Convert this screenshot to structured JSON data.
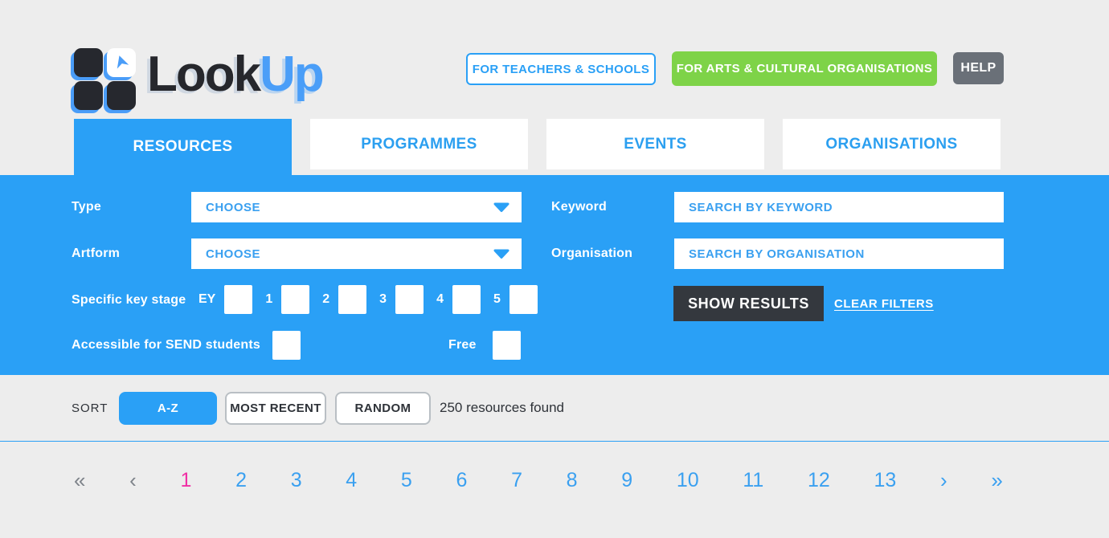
{
  "header": {
    "logo": {
      "text_dark": "Look",
      "text_blue": "Up"
    },
    "buttons": {
      "teachers": "FOR TEACHERS & SCHOOLS",
      "arts": "FOR ARTS & CULTURAL ORGANISATIONS",
      "help": "HELP"
    }
  },
  "tabs": [
    {
      "label": "RESOURCES",
      "active": true
    },
    {
      "label": "PROGRAMMES",
      "active": false
    },
    {
      "label": "EVENTS",
      "active": false
    },
    {
      "label": "ORGANISATIONS",
      "active": false
    }
  ],
  "filters": {
    "type_label": "Type",
    "type_value": "CHOOSE",
    "artform_label": "Artform",
    "artform_value": "CHOOSE",
    "keyword_label": "Keyword",
    "keyword_placeholder": "SEARCH BY KEYWORD",
    "organisation_label": "Organisation",
    "organisation_placeholder": "SEARCH BY ORGANISATION",
    "key_stage_label": "Specific key stage",
    "key_stages": [
      "EY",
      "1",
      "2",
      "3",
      "4",
      "5"
    ],
    "send_label": "Accessible for SEND students",
    "free_label": "Free",
    "show_results_label": "SHOW RESULTS",
    "clear_filters_label": "CLEAR FILTERS"
  },
  "sort": {
    "label": "SORT",
    "options": [
      {
        "label": "A-Z",
        "active": true
      },
      {
        "label": "MOST RECENT",
        "active": false
      },
      {
        "label": "RANDOM",
        "active": false
      }
    ],
    "results_text": "250 resources found"
  },
  "pagination": {
    "first": "«",
    "prev": "‹",
    "next": "›",
    "last": "»",
    "current_page": "1",
    "pages": [
      "1",
      "2",
      "3",
      "4",
      "5",
      "6",
      "7",
      "8",
      "9",
      "10",
      "11",
      "12",
      "13"
    ]
  },
  "colors": {
    "accent_blue": "#2aa0f6",
    "logo_blue": "#4a9ef8",
    "green": "#7ed348",
    "dark_button": "#34383e",
    "help_gray": "#6a7078",
    "current_page_pink": "#f02fa5",
    "page_background": "#ededed"
  }
}
